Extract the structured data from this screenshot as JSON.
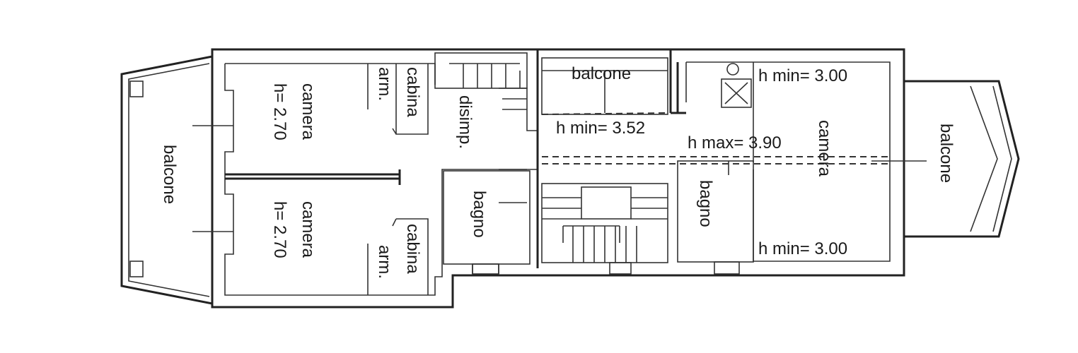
{
  "plan": {
    "rooms": {
      "balcone_left": "balcone",
      "camera_top": "camera",
      "camera_top_height": "h= 2.70",
      "camera_bottom": "camera",
      "camera_bottom_height": "h= 2.70",
      "cabina_top": "cabina",
      "arm_top": "arm.",
      "cabina_bottom": "cabina",
      "arm_bottom": "arm.",
      "disimp": "disimp.",
      "bagno_left": "bagno",
      "balcone_top": "balcone",
      "h_min_352": "h min= 3.52",
      "h_max_390": "h max= 3.90",
      "h_min_300_top": "h min= 3.00",
      "h_min_300_bottom": "h min= 3.00",
      "camera_right": "camera",
      "bagno_right": "bagno",
      "balcone_right": "balcone"
    },
    "line_color": "#222222"
  }
}
